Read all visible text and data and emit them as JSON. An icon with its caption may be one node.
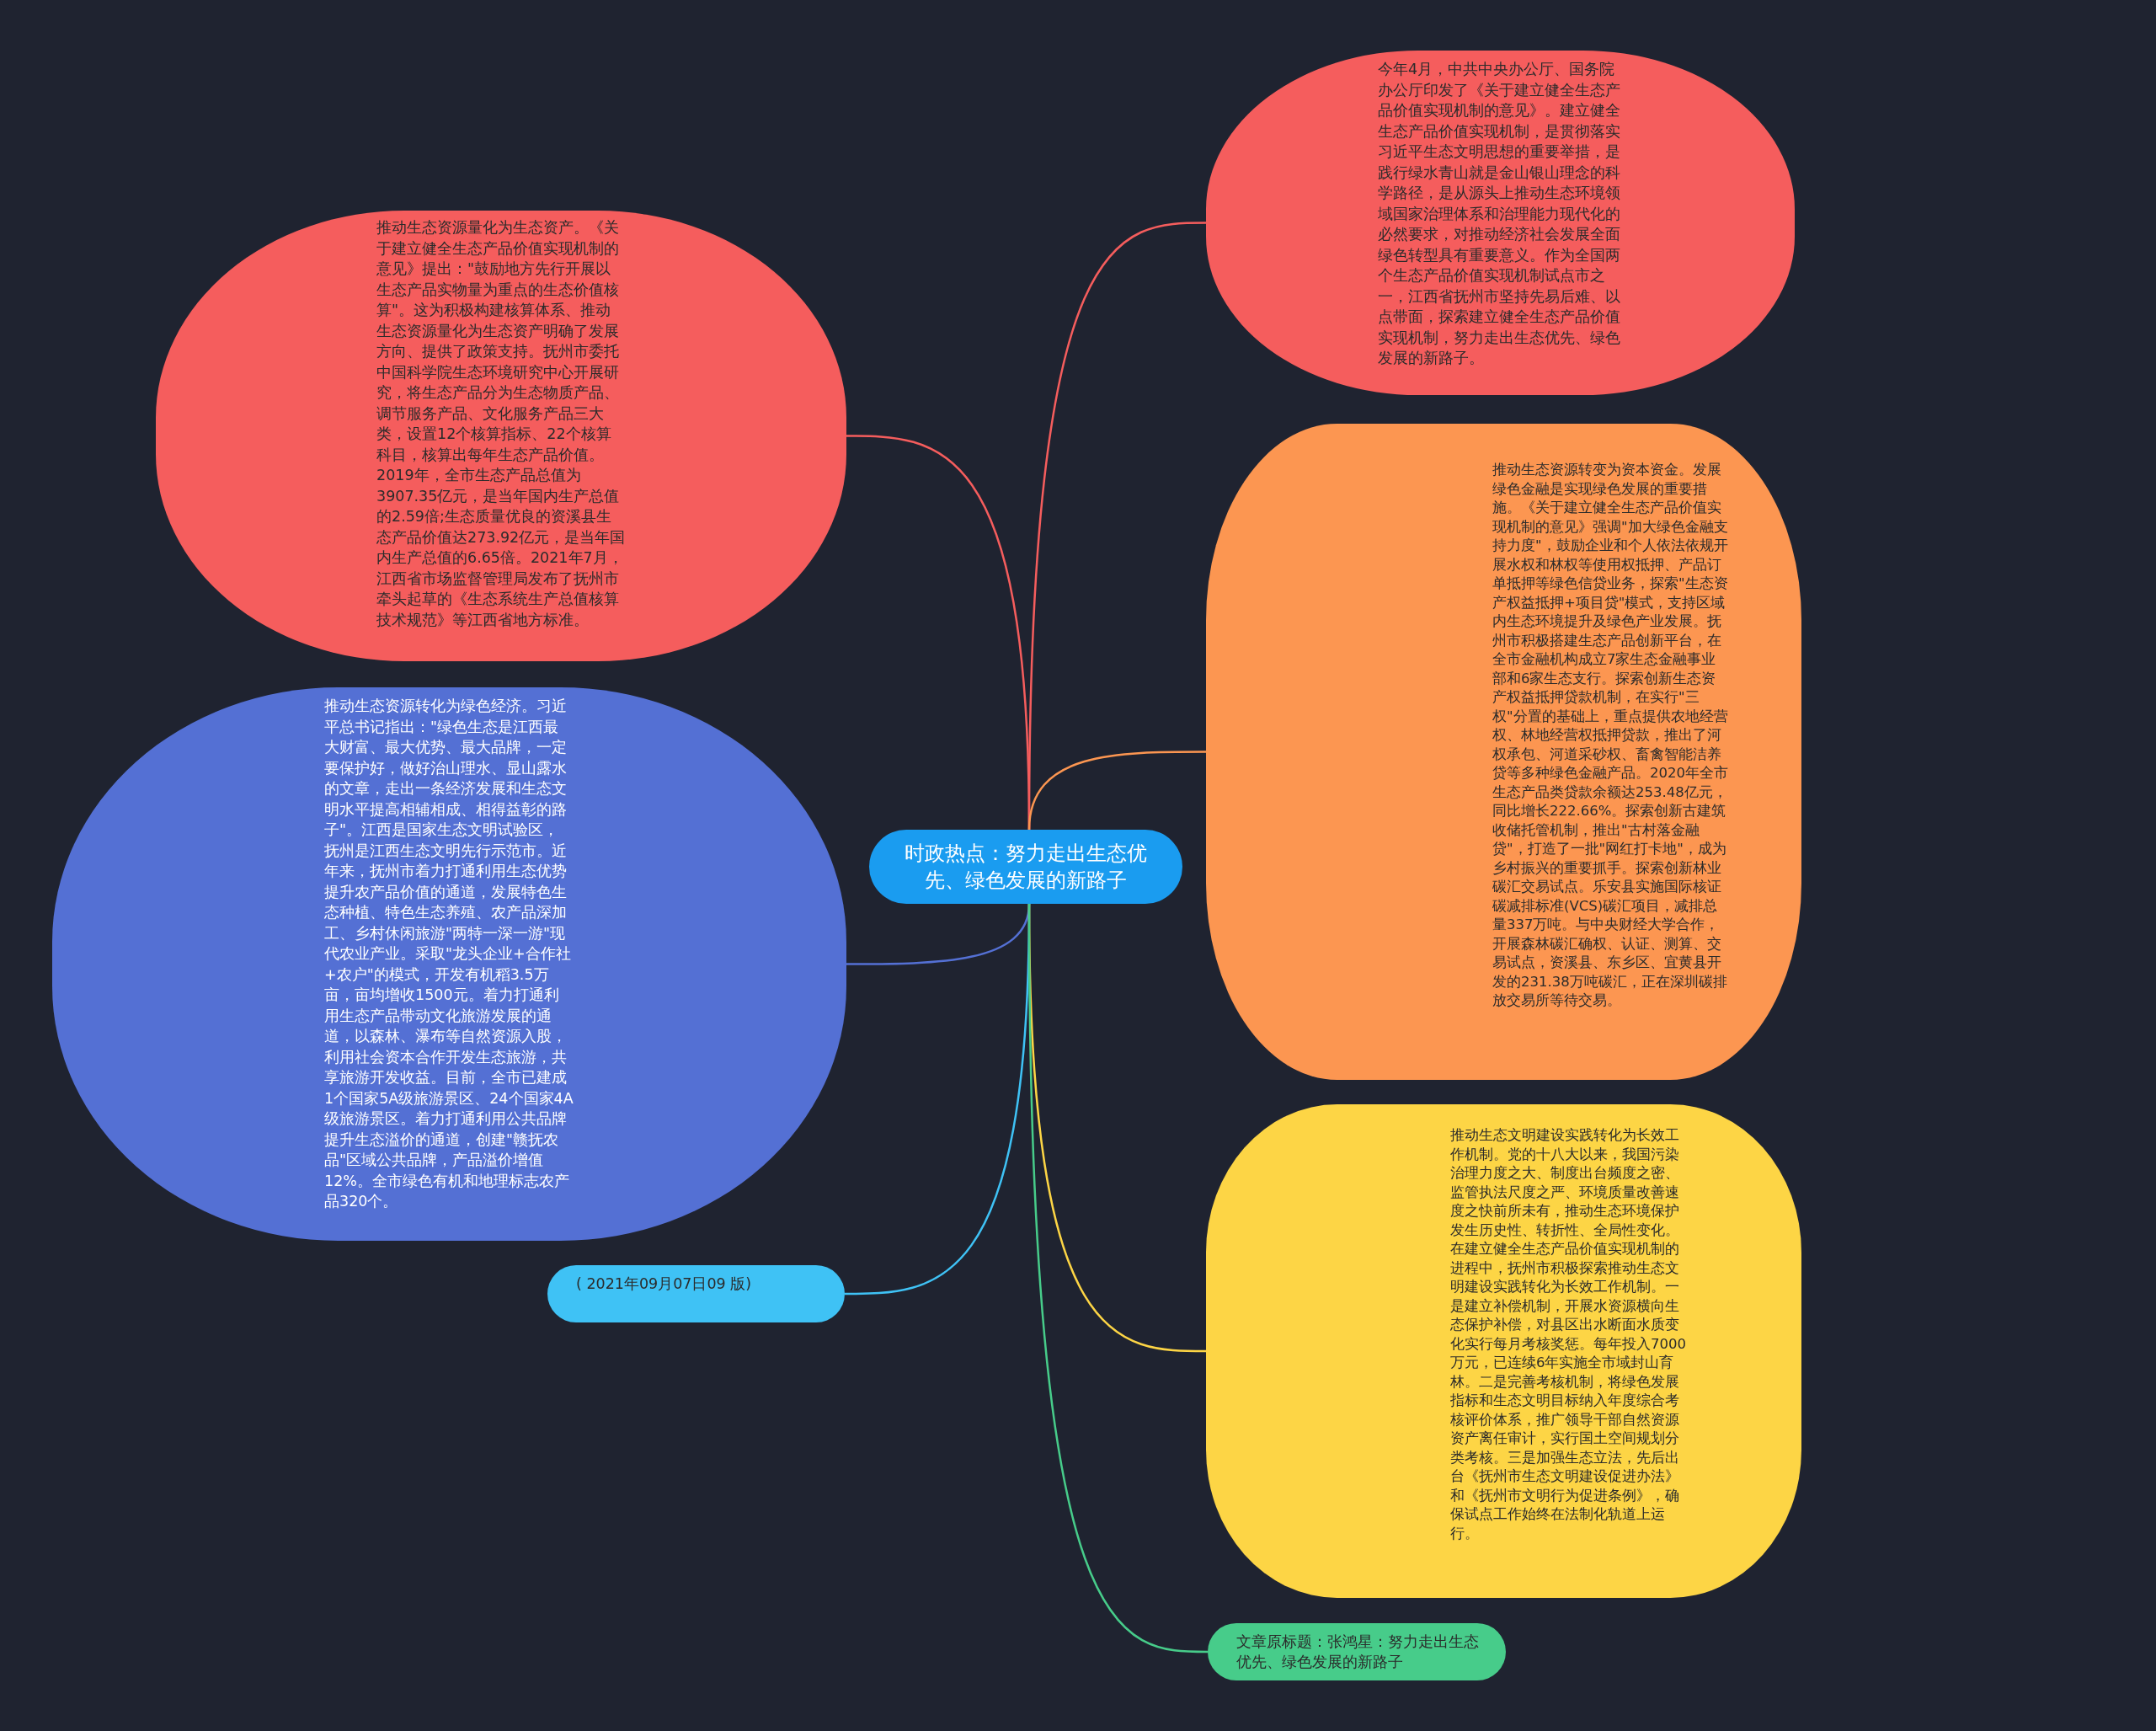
{
  "diagram": {
    "nodes": [
      {
        "text": [
          "时政热点：努力走出生态优先、绿色发展的新路子"
        ]
      },
      {
        "text": [
          "推动生态资源量化为生态资产。《关于建立健全生态产品价值实现机制的意见》提出：\"鼓励地方先行开展以生态产品实物量为重点的生态价值核算\"。这为积极构建核算体系、推动生态资源量化为生态资产明确了发展方向、提供了政策支持。抚州市委托中国科学院生态环境研究中心开展研究，将生态产品分为生态物质产品、调节服务产品、文化服务产品三大类，设置12个核算指标、22个核算科目，核算出每年生态产品价值。2019年，全市生态产品总值为3907.35亿元，是当年国内生产总值的2.59倍;生态质量优良的资溪县生态产品价值达273.92亿元，是当年国内生产总值的6.65倍。2021年7月，江西省市场监督管理局发布了抚州市牵头起草的《生态系统生产总值核算技术规范》等江西省地方标准。"
        ]
      },
      {
        "text": [
          "今年4月，中共中央办公厅、国务院办公厅印发了《关于建立健全生态产品价值实现机制的意见》。建立健全生态产品价值实现机制，是贯彻落实习近平生态文明思想的重要举措，是践行绿水青山就是金山银山理念的科学路径，是从源头上推动生态环境领域国家治理体系和治理能力现代化的必然要求，对推动经济社会发展全面绿色转型具有重要意义。作为全国两个生态产品价值实现机制试点市之一，江西省抚州市坚持先易后难、以点带面，探索建立健全生态产品价值实现机制，努力走出生态优先、绿色发展的新路子。"
        ]
      },
      {
        "text": [
          "推动生态资源转变为资本资金。发展绿色金融是实现绿色发展的重要措施。《关于建立健全生态产品价值实现机制的意见》强调\"加大绿色金融支持力度\"，鼓励企业和个人依法依规开展水权和林权等使用权抵押、产品订单抵押等绿色信贷业务，探索\"生态资产权益抵押+项目贷\"模式，支持区域内生态环境提升及绿色产业发展。抚州市积极搭建生态产品创新平台，在全市金融机构成立7家生态金融事业部和6家生态支行。探索创新生态资产权益抵押贷款机制，在实行\"三权\"分置的基础上，重点提供农地经营权、林地经营权抵押贷款，推出了河权承包、河道采砂权、畜禽智能洁养贷等多种绿色金融产品。2020年全市生态产品类贷款余额达253.48亿元，同比增长222.66%。探索创新古建筑收储托管机制，推出\"古村落金融贷\"，打造了一批\"网红打卡地\"，成为乡村振兴的重要抓手。探索创新林业碳汇交易试点。乐安县实施国际核证碳减排标准(VCS)碳汇项目，减排总量337万吨。与中央财经大学合作，开展森林碳汇确权、认证、测算、交易试点，资溪县、东乡区、宜黄县开发的231.38万吨碳汇，正在深圳碳排放交易所等待交易。"
        ]
      },
      {
        "text": [
          "推动生态资源转化为绿色经济。习近平总书记指出：\"绿色生态是江西最大财富、最大优势、最大品牌，一定要保护好，做好治山理水、显山露水的文章，走出一条经济发展和生态文明水平提高相辅相成、相得益彰的路子\"。江西是国家生态文明试验区，抚州是江西生态文明先行示范市。近年来，抚州市着力打通利用生态优势提升农产品价值的通道，发展特色生态种植、特色生态养殖、农产品深加工、乡村休闲旅游\"两特一深一游\"现代农业产业。采取\"龙头企业+合作社+农户\"的模式，开发有机稻3.5万亩，亩均增收1500元。着力打通利用生态产品带动文化旅游发展的通道，以森林、瀑布等自然资源入股，利用社会资本合作开发生态旅游，共享旅游开发收益。目前，全市已建成1个国家5A级旅游景区、24个国家4A级旅游景区。着力打通利用公共品牌提升生态溢价的通道，创建\"赣抚农品\"区域公共品牌，产品溢价增值12%。全市绿色有机和地理标志农产品320个。"
        ]
      },
      {
        "text": [
          "( 2021年09月07日09 版)"
        ]
      },
      {
        "text": [
          "推动生态文明建设实践转化为长效工作机制。党的十八大以来，我国污染治理力度之大、制度出台频度之密、监管执法尺度之严、环境质量改善速度之快前所未有，推动生态环境保护发生历史性、转折性、全局性变化。在建立健全生态产品价值实现机制的进程中，抚州市积极探索推动生态文明建设实践转化为长效工作机制。一是建立补偿机制，开展水资源横向生态保护补偿，对县区出水断面水质变化实行每月考核奖惩。每年投入7000万元，已连续6年实施全市域封山育林。二是完善考核机制，将绿色发展指标和生态文明目标纳入年度综合考核评价体系，推广领导干部自然资源资产离任审计，实行国土空间规划分类考核。三是加强生态立法，先后出台《抚州市生态文明建设促进办法》和《抚州市文明行为促进条例》，确保试点工作始终在法制化轨道上运行。"
        ]
      },
      {
        "text": [
          "文章原标题：张鸿星：努力走出生态优先、绿色发展的新路子"
        ]
      }
    ],
    "edges": [
      {
        "from": 0,
        "to": 1,
        "arrow": "none",
        "color": "#f55d5d"
      },
      {
        "from": 0,
        "to": 2,
        "arrow": "none",
        "color": "#f55d5d"
      },
      {
        "from": 0,
        "to": 3,
        "arrow": "none",
        "color": "#fc9651"
      },
      {
        "from": 0,
        "to": 4,
        "arrow": "none",
        "color": "#5470d4"
      },
      {
        "from": 0,
        "to": 5,
        "arrow": "none",
        "color": "#3fc2f5"
      },
      {
        "from": 0,
        "to": 6,
        "arrow": "none",
        "color": "#fdd545"
      },
      {
        "from": 0,
        "to": 7,
        "arrow": "none",
        "color": "#47cc8a"
      }
    ]
  }
}
